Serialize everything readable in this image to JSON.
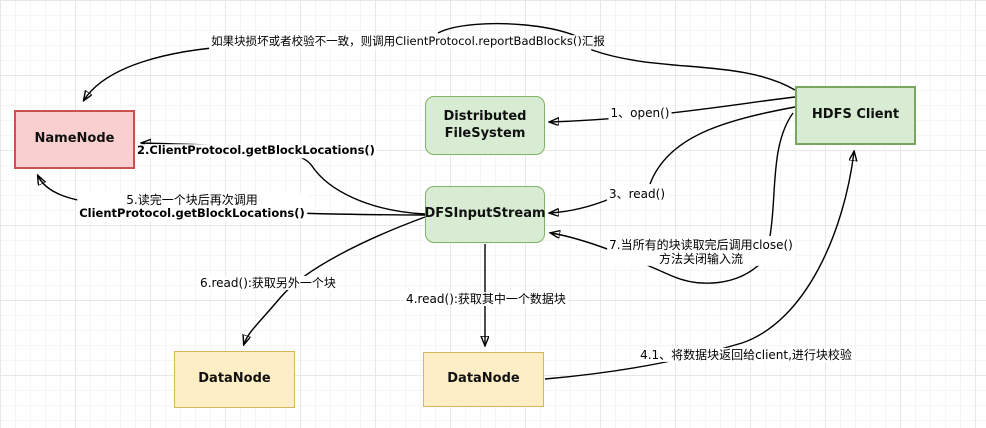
{
  "diagram": {
    "title_context": "HDFS read flow diagram",
    "nodes": {
      "namenode": {
        "label": "NameNode"
      },
      "distributed_filesystem": {
        "label": "Distributed\nFileSystem"
      },
      "dfsinputstream": {
        "label": "DFSInputStream"
      },
      "hdfs_client": {
        "label": "HDFS Client"
      },
      "datanode_1": {
        "label": "DataNode"
      },
      "datanode_2": {
        "label": "DataNode"
      }
    },
    "edge_labels": {
      "report_bad_blocks": "如果块损坏或者校验不一致，则调用ClientProtocol.reportBadBlocks()汇报",
      "step1_open": "1、open()",
      "step2_get_block_locations": "2.ClientProtocol.getBlockLocations()",
      "step3_read": "3、read()",
      "step4_read": "4.read():获取其中一个数据块",
      "step41_return": "4.1、将数据块返回给client,进行块校验",
      "step5_line1": "5.读完一个块后再次调用",
      "step5_line2": "ClientProtocol.getBlockLocations()",
      "step6_read": "6.read():获取另外一个块",
      "step7_close": "7.当所有的块读取完后调用close()\n方法关闭输入流"
    },
    "palette": {
      "green_fill": "#d7ecd3",
      "green_border": "#82b366",
      "red_fill": "#f9cfcf",
      "red_border": "#c75250",
      "yellow_fill": "#fdeec5",
      "yellow_border": "#d6b656",
      "edge_color": "#000000",
      "grid_color": "#e8e8e8"
    }
  }
}
